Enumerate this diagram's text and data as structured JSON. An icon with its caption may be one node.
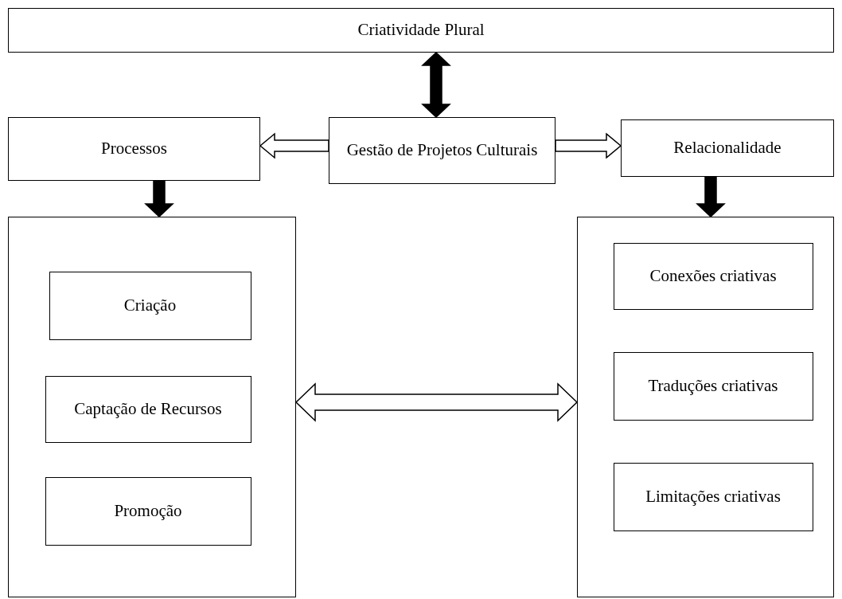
{
  "diagram": {
    "nodes": [
      {
        "text": [
          "Criatividade Plural"
        ]
      },
      {
        "text": [
          "Processos"
        ]
      },
      {
        "text": [
          "Gestão de Projetos Culturais"
        ]
      },
      {
        "text": [
          "Relacionalidade"
        ]
      },
      {
        "text": [],
        "shape": "box"
      },
      {
        "text": [
          "Criação"
        ],
        "in": 4
      },
      {
        "text": [
          "Captação de Recursos"
        ],
        "in": 4
      },
      {
        "text": [
          "Promoção"
        ],
        "in": 4
      },
      {
        "text": [],
        "shape": "box"
      },
      {
        "text": [
          "Conexões criativas"
        ],
        "in": 8
      },
      {
        "text": [
          "Traduções criativas"
        ],
        "in": 8
      },
      {
        "text": [
          "Limitações criativas"
        ],
        "in": 8
      }
    ],
    "edges": [
      {
        "from": 0,
        "to": 2,
        "arrow": "both",
        "style": "thick"
      },
      {
        "from": 2,
        "to": 1,
        "arrow": "to"
      },
      {
        "from": 2,
        "to": 3,
        "arrow": "to"
      },
      {
        "from": 1,
        "to": 4,
        "arrow": "to",
        "style": "thick"
      },
      {
        "from": 3,
        "to": 8,
        "arrow": "to",
        "style": "thick"
      },
      {
        "from": 4,
        "to": 8,
        "arrow": "both"
      }
    ]
  }
}
